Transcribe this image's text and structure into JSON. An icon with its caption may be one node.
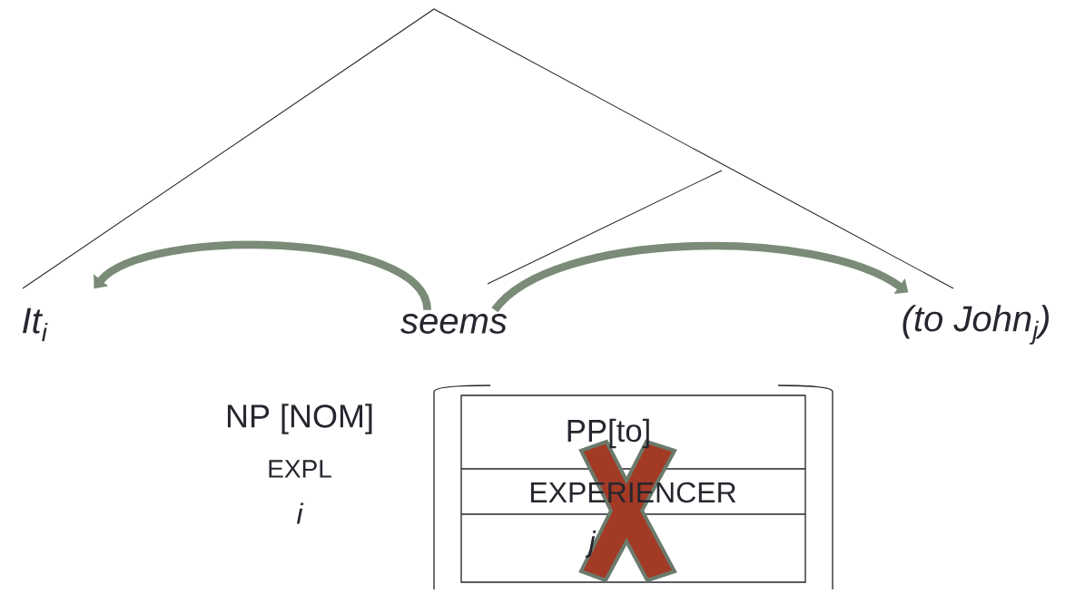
{
  "diagram": {
    "nodes": [
      {
        "text": [
          "It$_{i}$"
        ]
      },
      {
        "text": [
          "seems"
        ]
      },
      {
        "text": [
          "(to John$_{j}$)"
        ]
      }
    ],
    "edges": [
      {
        "from": 1,
        "to": 0,
        "arrow": "to"
      },
      {
        "from": 1,
        "to": 2,
        "arrow": "to"
      }
    ],
    "labels": [
      "NP [NOM]",
      "EXPL",
      "i",
      "PP[to]",
      "EXPERIENCER",
      "j"
    ]
  }
}
